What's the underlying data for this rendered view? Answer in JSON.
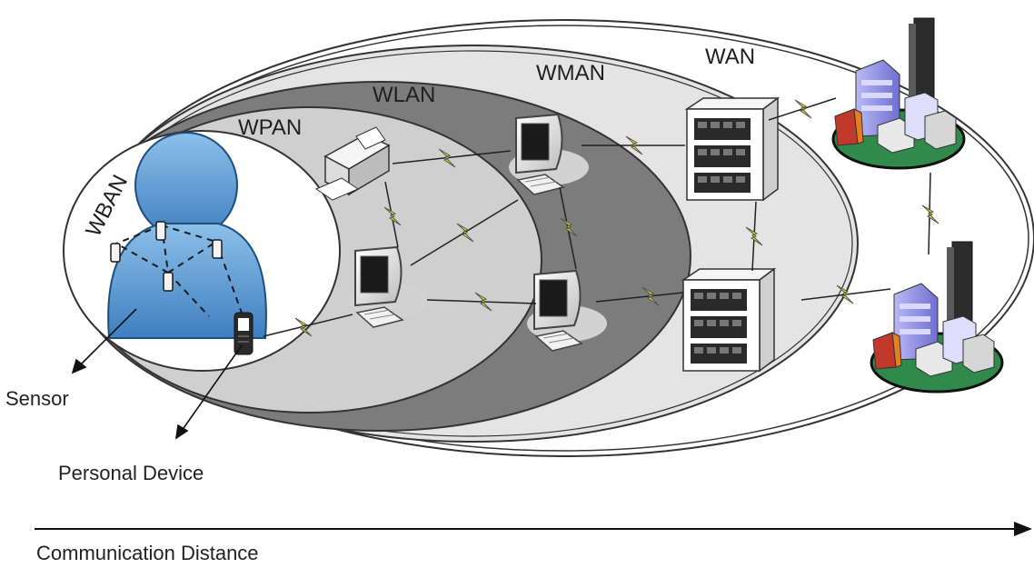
{
  "zones": {
    "wban": "WBAN",
    "wpan": "WPAN",
    "wlan": "WLAN",
    "wman": "WMAN",
    "wan": "WAN"
  },
  "callouts": {
    "sensor": "Sensor",
    "personal_device": "Personal Device"
  },
  "axis": {
    "label": "Communication Distance"
  },
  "colors": {
    "body_blue": "#5b9bd5",
    "ring_wan": "#ffffff",
    "ring_wman": "#e4e4e4",
    "ring_wlan": "#7c7c7c",
    "ring_wpan": "#cfcfcf",
    "ring_wban": "#ffffff",
    "link_yellow": "#e6e600",
    "city_green": "#2f8a4c"
  },
  "icons": [
    "person-icon",
    "sensor-icon",
    "personal-device-icon",
    "printer-icon",
    "computer-icon",
    "server-icon",
    "city-icon",
    "wireless-link-icon"
  ]
}
